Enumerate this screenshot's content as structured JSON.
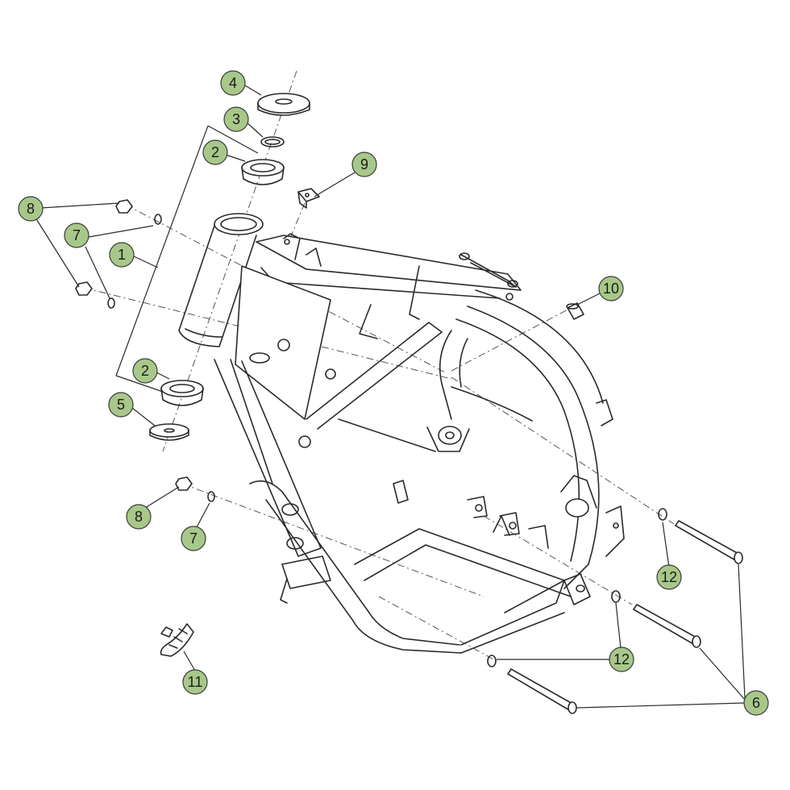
{
  "callouts": [
    {
      "id": "c4",
      "label": "4"
    },
    {
      "id": "c3",
      "label": "3"
    },
    {
      "id": "c2a",
      "label": "2"
    },
    {
      "id": "c9",
      "label": "9"
    },
    {
      "id": "c8a",
      "label": "8"
    },
    {
      "id": "c7a",
      "label": "7"
    },
    {
      "id": "c1",
      "label": "1"
    },
    {
      "id": "c10",
      "label": "10"
    },
    {
      "id": "c2b",
      "label": "2"
    },
    {
      "id": "c5",
      "label": "5"
    },
    {
      "id": "c8b",
      "label": "8"
    },
    {
      "id": "c7b",
      "label": "7"
    },
    {
      "id": "c12a",
      "label": "12"
    },
    {
      "id": "c12b",
      "label": "12"
    },
    {
      "id": "c11",
      "label": "11"
    },
    {
      "id": "c6",
      "label": "6"
    }
  ],
  "colors": {
    "callout_fill": "#a8c88a",
    "line": "#2a2a2a",
    "background": "#ffffff"
  }
}
